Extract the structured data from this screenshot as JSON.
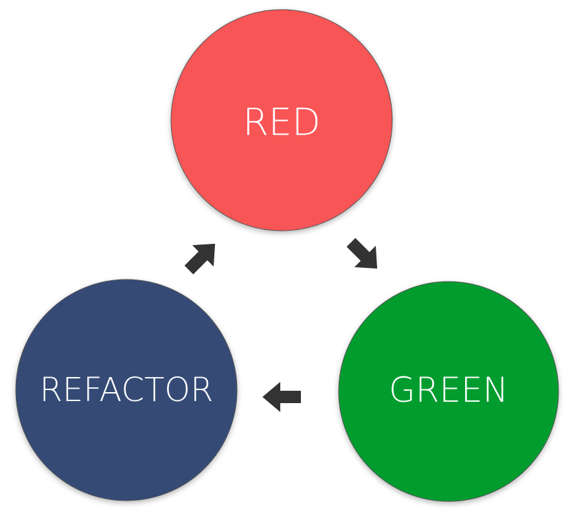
{
  "diagram": {
    "nodes": [
      {
        "id": "red",
        "label": "RED",
        "color": "#F85557"
      },
      {
        "id": "green",
        "label": "GREEN",
        "color": "#019C2E"
      },
      {
        "id": "refactor",
        "label": "REFACTOR",
        "color": "#344B76"
      }
    ],
    "edges": [
      {
        "from": "red",
        "to": "green"
      },
      {
        "from": "green",
        "to": "refactor"
      },
      {
        "from": "refactor",
        "to": "red"
      }
    ],
    "arrow_color": "#333333",
    "node_border_color": "#555555"
  }
}
